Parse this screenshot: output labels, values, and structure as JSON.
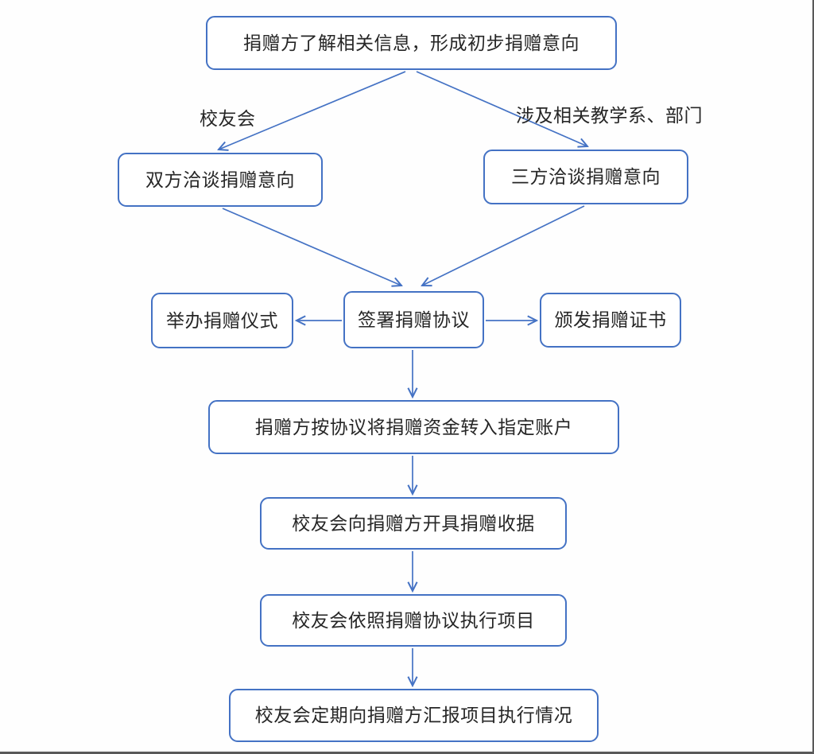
{
  "colors": {
    "accent": "#4472C4",
    "text": "#262626",
    "frame": "#595959",
    "background": "#fefefe"
  },
  "flowchart": {
    "nodes": {
      "initial": {
        "label": "捐赠方了解相关信息，形成初步捐赠意向"
      },
      "bilateral": {
        "label": "双方洽谈捐赠意向"
      },
      "trilateral": {
        "label": "三方洽谈捐赠意向"
      },
      "ceremony": {
        "label": "举办捐赠仪式"
      },
      "agreement": {
        "label": "签署捐赠协议"
      },
      "certificate": {
        "label": "颁发捐赠证书"
      },
      "transfer": {
        "label": "捐赠方按协议将捐赠资金转入指定账户"
      },
      "receipt": {
        "label": "校友会向捐赠方开具捐赠收据"
      },
      "execute": {
        "label": "校友会依照捐赠协议执行项目"
      },
      "report": {
        "label": "校友会定期向捐赠方汇报项目执行情况"
      }
    },
    "edge_labels": {
      "alumni": "校友会",
      "departments": "涉及相关教学系、部门"
    },
    "edges": [
      {
        "from": "initial",
        "to": "bilateral",
        "label": "校友会"
      },
      {
        "from": "initial",
        "to": "trilateral",
        "label": "涉及相关教学系、部门"
      },
      {
        "from": "bilateral",
        "to": "agreement"
      },
      {
        "from": "trilateral",
        "to": "agreement"
      },
      {
        "from": "agreement",
        "to": "ceremony"
      },
      {
        "from": "agreement",
        "to": "certificate"
      },
      {
        "from": "agreement",
        "to": "transfer"
      },
      {
        "from": "transfer",
        "to": "receipt"
      },
      {
        "from": "receipt",
        "to": "execute"
      },
      {
        "from": "execute",
        "to": "report"
      }
    ]
  }
}
